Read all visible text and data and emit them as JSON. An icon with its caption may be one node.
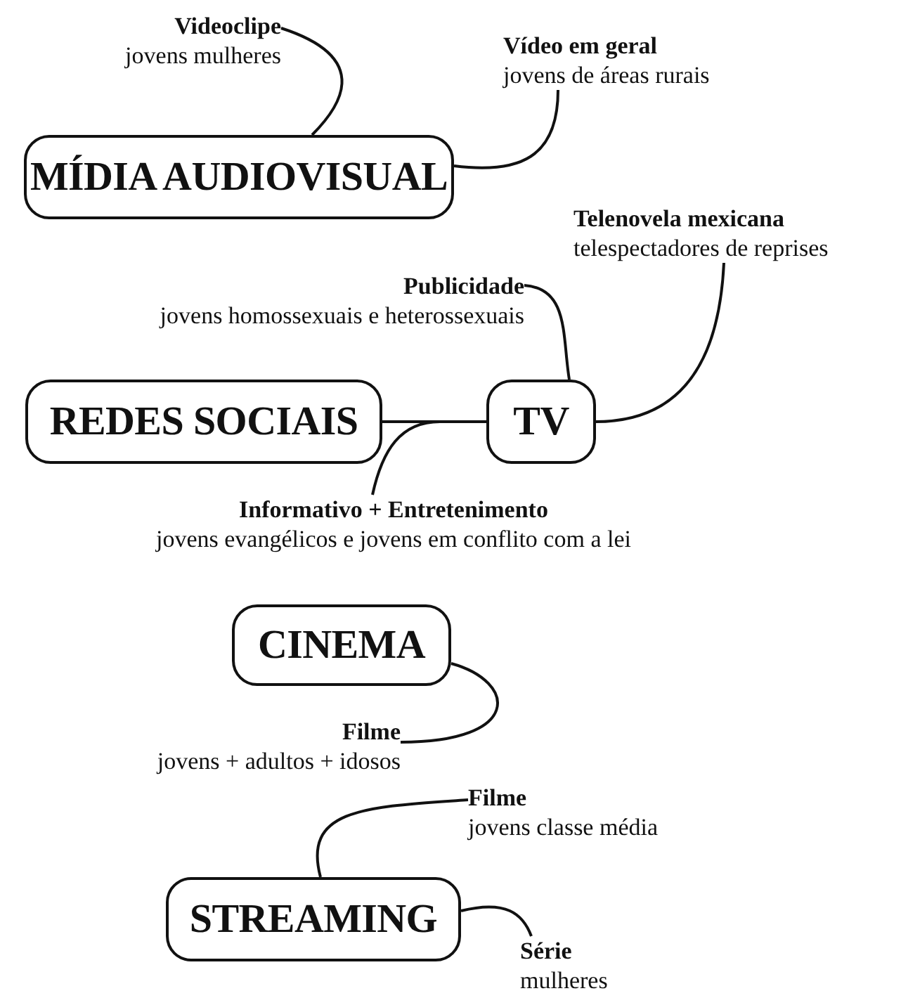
{
  "diagram": {
    "nodes": [
      {
        "text": [
          "Videoclipe",
          "jovens mulheres"
        ]
      },
      {
        "text": [
          "Vídeo em geral",
          "jovens de áreas rurais"
        ]
      },
      {
        "text": [
          "MÍDIA AUDIOVISUAL"
        ]
      },
      {
        "text": [
          "Telenovela mexicana",
          "telespectadores de reprises"
        ]
      },
      {
        "text": [
          "Publicidade",
          "jovens homossexuais e heterossexuais"
        ]
      },
      {
        "text": [
          "REDES SOCIAIS"
        ]
      },
      {
        "text": [
          "TV"
        ]
      },
      {
        "text": [
          "Informativo + Entretenimento",
          "jovens evangélicos e jovens em conflito com a lei"
        ]
      },
      {
        "text": [
          "CINEMA"
        ]
      },
      {
        "text": [
          "Filme",
          "jovens + adultos + idosos"
        ]
      },
      {
        "text": [
          "Filme",
          "jovens classe média"
        ]
      },
      {
        "text": [
          "STREAMING"
        ]
      },
      {
        "text": [
          "Série",
          "mulheres"
        ]
      }
    ],
    "edges": [
      {
        "from": 2,
        "to": 0,
        "arrow": "none"
      },
      {
        "from": 2,
        "to": 1,
        "arrow": "none"
      },
      {
        "from": 6,
        "to": 4,
        "arrow": "none"
      },
      {
        "from": 6,
        "to": 3,
        "arrow": "none"
      },
      {
        "from": 5,
        "to": 6,
        "arrow": "none"
      },
      {
        "from": 6,
        "to": 7,
        "arrow": "none"
      },
      {
        "from": 8,
        "to": 9,
        "arrow": "none"
      },
      {
        "from": 11,
        "to": 10,
        "arrow": "none"
      },
      {
        "from": 11,
        "to": 12,
        "arrow": "none"
      }
    ]
  }
}
